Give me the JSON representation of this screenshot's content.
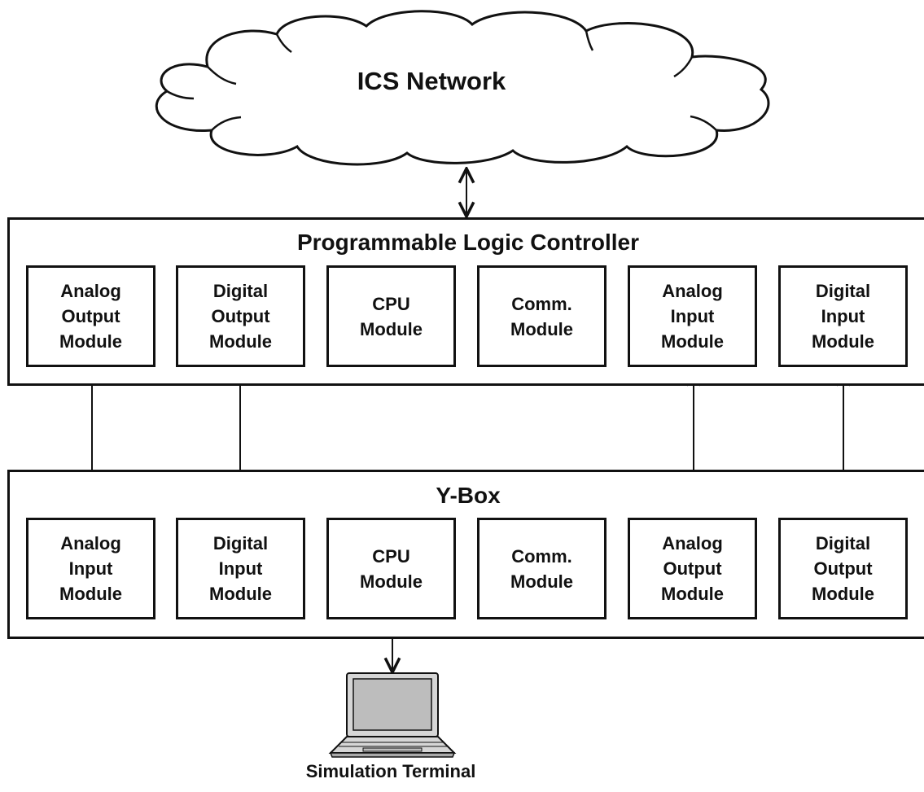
{
  "cloud": {
    "label": "ICS Network"
  },
  "plc": {
    "title": "Programmable Logic Controller",
    "modules": [
      {
        "label": "Analog\nOutput\nModule"
      },
      {
        "label": "Digital\nOutput\nModule"
      },
      {
        "label": "CPU\nModule"
      },
      {
        "label": "Comm.\nModule"
      },
      {
        "label": "Analog\nInput\nModule"
      },
      {
        "label": "Digital\nInput\nModule"
      }
    ]
  },
  "ybox": {
    "title": "Y-Box",
    "modules": [
      {
        "label": "Analog\nInput\nModule"
      },
      {
        "label": "Digital\nInput\nModule"
      },
      {
        "label": "CPU\nModule"
      },
      {
        "label": "Comm.\nModule"
      },
      {
        "label": "Analog\nOutput\nModule"
      },
      {
        "label": "Digital\nOutput\nModule"
      }
    ]
  },
  "terminal": {
    "label": "Simulation Terminal"
  },
  "colors": {
    "stroke": "#111111",
    "screen": "#bdbdbd",
    "laptop_body": "#d6d6d6"
  }
}
